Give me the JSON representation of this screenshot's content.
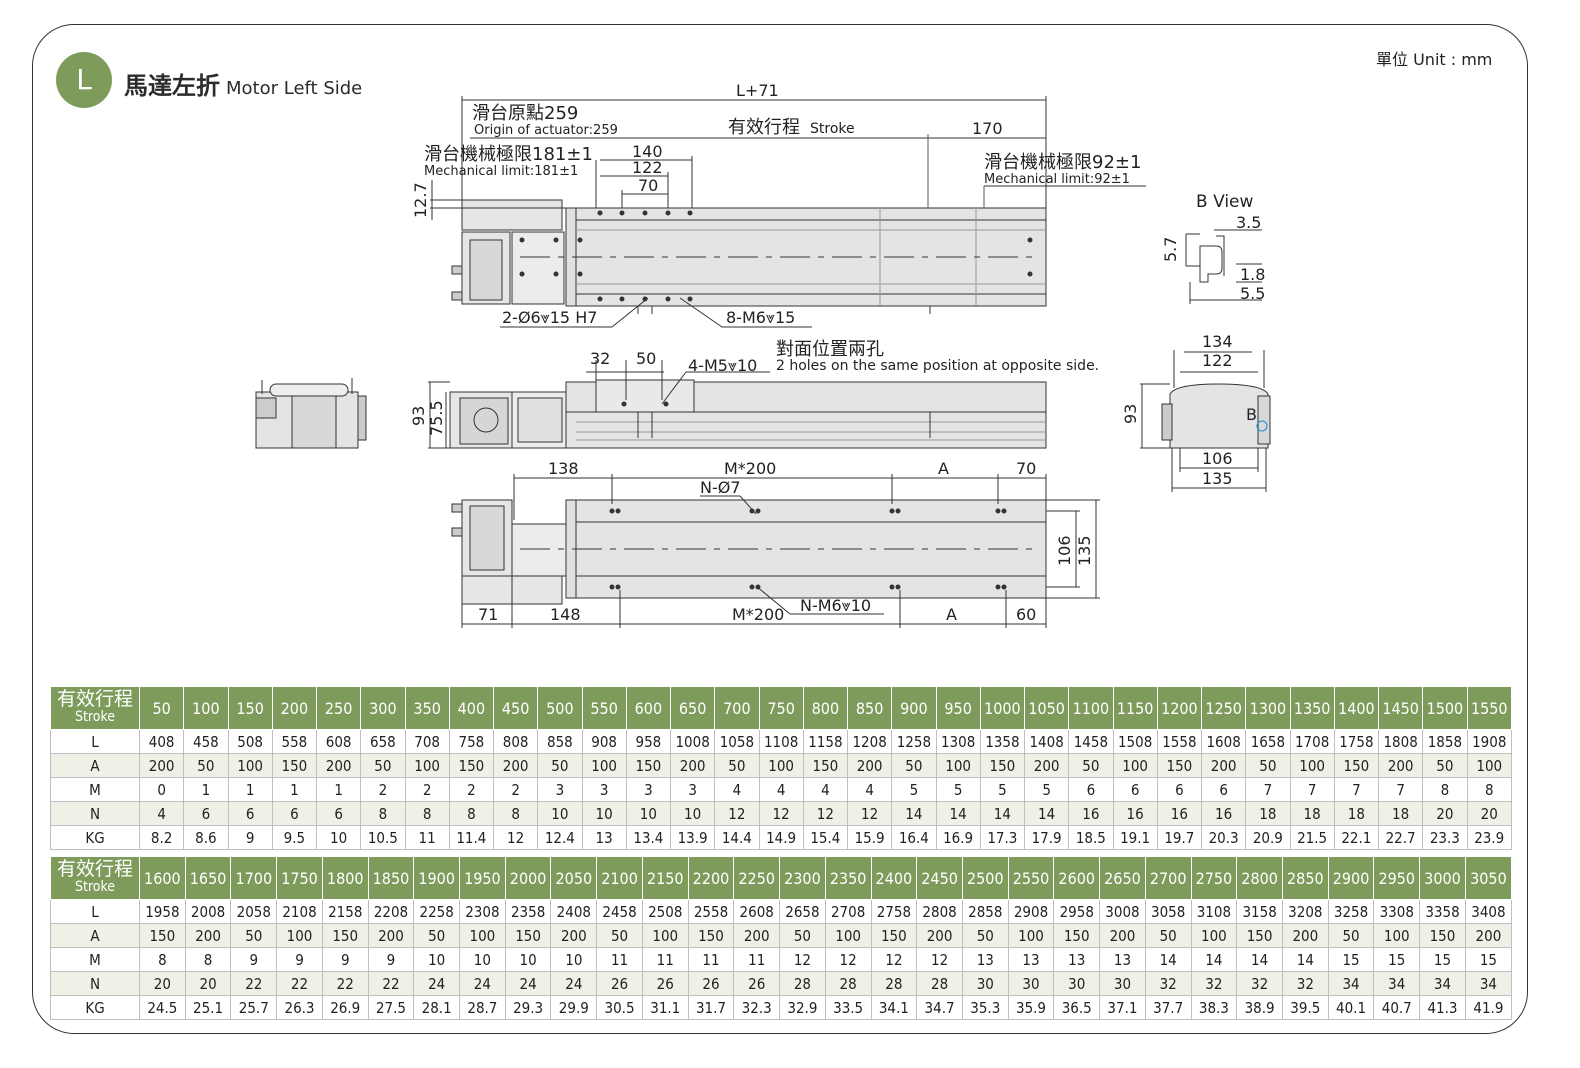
{
  "header": {
    "badge": "L",
    "title_cn": "馬達左折",
    "title_en": "Motor Left Side",
    "unit": "單位 Unit : mm"
  },
  "drawing": {
    "top_view": {
      "overall": "L+71",
      "origin_cn": "滑台原點259",
      "origin_en": "Origin of actuator:259",
      "stroke_cn": "有效行程",
      "stroke_en": "Stroke",
      "dim_170": "170",
      "mech_left_cn": "滑台機械極限181±1",
      "mech_left_en": "Mechanical limit:181±1",
      "dim_140": "140",
      "dim_122": "122",
      "dim_70": "70",
      "mech_right_cn": "滑台機械極限92±1",
      "mech_right_en": "Mechanical limit:92±1",
      "dim_12_7": "12.7",
      "hole_pin": "2-Ø6⩔15 H7",
      "hole_m6": "8-M6⩔15"
    },
    "b_view": {
      "title": "B View",
      "d35": "3.5",
      "d57": "5.7",
      "d18": "1.8",
      "d55": "5.5"
    },
    "side_view": {
      "d32": "32",
      "d50": "50",
      "hole_m5": "4-M5⩔10",
      "opp_cn": "對面位置兩孔",
      "opp_en": "2 holes on the same position at opposite side.",
      "d93": "93",
      "d755": "75.5"
    },
    "end_view": {
      "d134": "134",
      "d122": "122",
      "d93": "93",
      "b": "B",
      "d106": "106",
      "d135": "135"
    },
    "bottom_view": {
      "d138": "138",
      "m200_top": "M*200",
      "a_top": "A",
      "d70": "70",
      "n07": "N-Ø7",
      "d106": "106",
      "d135": "135",
      "d71": "71",
      "d148": "148",
      "m200_bottom": "M*200",
      "nm6": "N-M6⩔10",
      "a_bottom": "A",
      "d60": "60"
    }
  },
  "tables": [
    {
      "header_cn": "有效行程",
      "header_en": "Stroke",
      "strokes": [
        "50",
        "100",
        "150",
        "200",
        "250",
        "300",
        "350",
        "400",
        "450",
        "500",
        "550",
        "600",
        "650",
        "700",
        "750",
        "800",
        "850",
        "900",
        "950",
        "1000",
        "1050",
        "1100",
        "1150",
        "1200",
        "1250",
        "1300",
        "1350",
        "1400",
        "1450",
        "1500",
        "1550"
      ],
      "rows": [
        {
          "label": "L",
          "values": [
            "408",
            "458",
            "508",
            "558",
            "608",
            "658",
            "708",
            "758",
            "808",
            "858",
            "908",
            "958",
            "1008",
            "1058",
            "1108",
            "1158",
            "1208",
            "1258",
            "1308",
            "1358",
            "1408",
            "1458",
            "1508",
            "1558",
            "1608",
            "1658",
            "1708",
            "1758",
            "1808",
            "1858",
            "1908"
          ]
        },
        {
          "label": "A",
          "values": [
            "200",
            "50",
            "100",
            "150",
            "200",
            "50",
            "100",
            "150",
            "200",
            "50",
            "100",
            "150",
            "200",
            "50",
            "100",
            "150",
            "200",
            "50",
            "100",
            "150",
            "200",
            "50",
            "100",
            "150",
            "200",
            "50",
            "100",
            "150",
            "200",
            "50",
            "100"
          ]
        },
        {
          "label": "M",
          "values": [
            "0",
            "1",
            "1",
            "1",
            "1",
            "2",
            "2",
            "2",
            "2",
            "3",
            "3",
            "3",
            "3",
            "4",
            "4",
            "4",
            "4",
            "5",
            "5",
            "5",
            "5",
            "6",
            "6",
            "6",
            "6",
            "7",
            "7",
            "7",
            "7",
            "8",
            "8"
          ]
        },
        {
          "label": "N",
          "values": [
            "4",
            "6",
            "6",
            "6",
            "6",
            "8",
            "8",
            "8",
            "8",
            "10",
            "10",
            "10",
            "10",
            "12",
            "12",
            "12",
            "12",
            "14",
            "14",
            "14",
            "14",
            "16",
            "16",
            "16",
            "16",
            "18",
            "18",
            "18",
            "18",
            "20",
            "20"
          ]
        },
        {
          "label": "KG",
          "values": [
            "8.2",
            "8.6",
            "9",
            "9.5",
            "10",
            "10.5",
            "11",
            "11.4",
            "12",
            "12.4",
            "13",
            "13.4",
            "13.9",
            "14.4",
            "14.9",
            "15.4",
            "15.9",
            "16.4",
            "16.9",
            "17.3",
            "17.9",
            "18.5",
            "19.1",
            "19.7",
            "20.3",
            "20.9",
            "21.5",
            "22.1",
            "22.7",
            "23.3",
            "23.9"
          ]
        }
      ]
    },
    {
      "header_cn": "有效行程",
      "header_en": "Stroke",
      "strokes": [
        "1600",
        "1650",
        "1700",
        "1750",
        "1800",
        "1850",
        "1900",
        "1950",
        "2000",
        "2050",
        "2100",
        "2150",
        "2200",
        "2250",
        "2300",
        "2350",
        "2400",
        "2450",
        "2500",
        "2550",
        "2600",
        "2650",
        "2700",
        "2750",
        "2800",
        "2850",
        "2900",
        "2950",
        "3000",
        "3050"
      ],
      "rows": [
        {
          "label": "L",
          "values": [
            "1958",
            "2008",
            "2058",
            "2108",
            "2158",
            "2208",
            "2258",
            "2308",
            "2358",
            "2408",
            "2458",
            "2508",
            "2558",
            "2608",
            "2658",
            "2708",
            "2758",
            "2808",
            "2858",
            "2908",
            "2958",
            "3008",
            "3058",
            "3108",
            "3158",
            "3208",
            "3258",
            "3308",
            "3358",
            "3408"
          ]
        },
        {
          "label": "A",
          "values": [
            "150",
            "200",
            "50",
            "100",
            "150",
            "200",
            "50",
            "100",
            "150",
            "200",
            "50",
            "100",
            "150",
            "200",
            "50",
            "100",
            "150",
            "200",
            "50",
            "100",
            "150",
            "200",
            "50",
            "100",
            "150",
            "200",
            "50",
            "100",
            "150",
            "200"
          ]
        },
        {
          "label": "M",
          "values": [
            "8",
            "8",
            "9",
            "9",
            "9",
            "9",
            "10",
            "10",
            "10",
            "10",
            "11",
            "11",
            "11",
            "11",
            "12",
            "12",
            "12",
            "12",
            "13",
            "13",
            "13",
            "13",
            "14",
            "14",
            "14",
            "14",
            "15",
            "15",
            "15",
            "15"
          ]
        },
        {
          "label": "N",
          "values": [
            "20",
            "20",
            "22",
            "22",
            "22",
            "22",
            "24",
            "24",
            "24",
            "24",
            "26",
            "26",
            "26",
            "26",
            "28",
            "28",
            "28",
            "28",
            "30",
            "30",
            "30",
            "30",
            "32",
            "32",
            "32",
            "32",
            "34",
            "34",
            "34",
            "34"
          ]
        },
        {
          "label": "KG",
          "values": [
            "24.5",
            "25.1",
            "25.7",
            "26.3",
            "26.9",
            "27.5",
            "28.1",
            "28.7",
            "29.3",
            "29.9",
            "30.5",
            "31.1",
            "31.7",
            "32.3",
            "32.9",
            "33.5",
            "34.1",
            "34.7",
            "35.3",
            "35.9",
            "36.5",
            "37.1",
            "37.7",
            "38.3",
            "38.9",
            "39.5",
            "40.1",
            "40.7",
            "41.3",
            "41.9"
          ]
        }
      ]
    }
  ],
  "colors": {
    "accent": "#7f9b5c",
    "b_view": "#1a8ccf",
    "body": "#e4e4e4"
  }
}
